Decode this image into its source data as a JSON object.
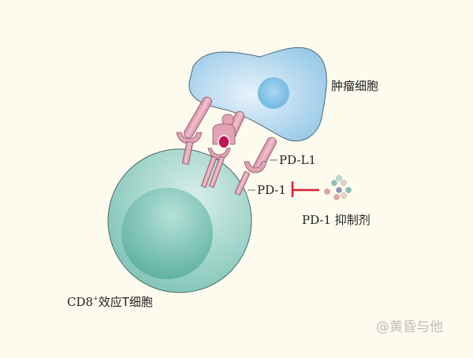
{
  "labels": {
    "tumor_cell": "肿瘤细胞",
    "pd_l1": "PD-L1",
    "pd_1": "PD-1",
    "inhibitor": "PD-1 抑制剂",
    "t_cell_prefix": "CD8",
    "t_cell_sup": "+",
    "t_cell_suffix": "效应T细胞"
  },
  "watermark": "@黄昏与他",
  "colors": {
    "background": "#fdfaee",
    "tumor_cell": "#a9d4ee",
    "tumor_nucleus": "#7cbde4",
    "t_cell": "#9fd3c8",
    "t_cell_nucleus": "#6fbcae",
    "receptor": "#e3a3b4",
    "antigen": "#c0174f",
    "inhibitor_line": "#d4202e"
  },
  "inhibitor_dots": [
    "#e79a96",
    "#8cc5bb",
    "#b9dcd5",
    "#ddd7c9",
    "#8c8fc4",
    "#7fc3b6",
    "#f0a3a0",
    "#dfd9cb"
  ]
}
